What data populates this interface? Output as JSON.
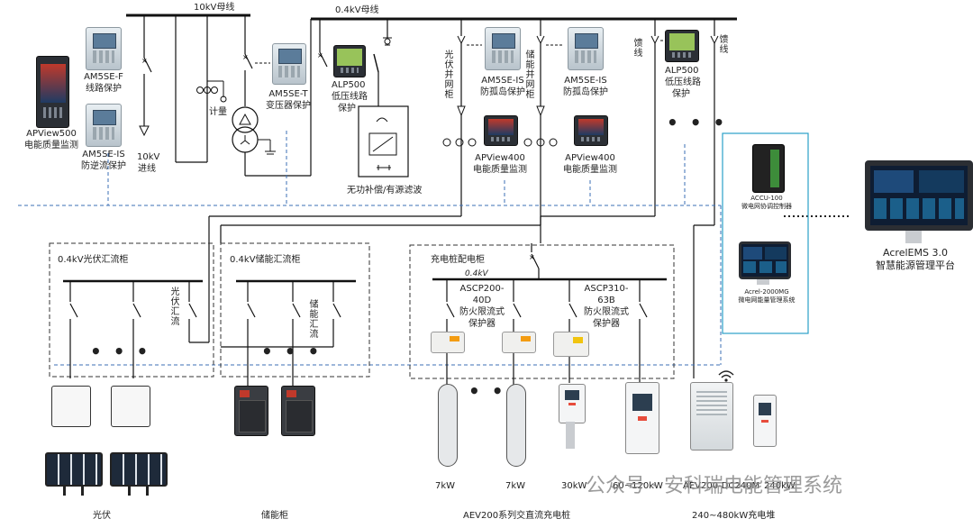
{
  "labels": {
    "bus_10kv": "10kV母线",
    "bus_04kv": "0.4kV母线",
    "apview500_model": "APView500",
    "apview500_desc": "电能质量监测",
    "am5sef_model": "AM5SE-F",
    "am5sef_desc": "线路保护",
    "am5seis_rev_model": "AM5SE-IS",
    "am5seis_rev_desc": "防逆流保护",
    "incoming_10kv_1": "10kV",
    "incoming_10kv_2": "进线",
    "metering": "计量",
    "am5set_model": "AM5SE-T",
    "am5set_desc": "变压器保护",
    "alp500_left_model": "ALP500",
    "alp500_left_desc1": "低压线路",
    "alp500_left_desc2": "保护",
    "svg_label": "无功补偿/有源滤波",
    "pv_grid_cab": "光伏并网柜",
    "am5seis_a_model": "AM5SE-IS",
    "am5seis_a_desc": "防孤岛保护",
    "ess_grid_cab": "储能并网柜",
    "am5seis_b_model": "AM5SE-IS",
    "am5seis_b_desc": "防孤岛保护",
    "feeder_a": "馈线",
    "feeder_b": "馈线",
    "alp500_right_model": "ALP500",
    "alp500_right_desc1": "低压线路",
    "alp500_right_desc2": "保护",
    "apview400_a_model": "APView400",
    "apview400_a_desc": "电能质量监测",
    "apview400_b_model": "APView400",
    "apview400_b_desc": "电能质量监测",
    "accu_model": "ACCU-100",
    "accu_desc": "微电网协调控制器",
    "acrel2000_model": "Acrel-2000MG",
    "acrel2000_desc": "微电网能量管理系统",
    "ems_title": "AcrelEMS 3.0",
    "ems_sub": "智慧能源管理平台",
    "pv_combiner_title": "0.4kV光伏汇流柜",
    "pv_combiner_side": "光伏汇流",
    "ess_combiner_title": "0.4kV储能汇流柜",
    "ess_combiner_side": "储能汇流",
    "charging_cab_title": "充电桩配电柜",
    "charging_bus": "0.4kV",
    "ascp200_model1": "ASCP200-",
    "ascp200_model2": "40D",
    "ascp200_desc1": "防火限流式",
    "ascp200_desc2": "保护器",
    "ascp310_model1": "ASCP310-",
    "ascp310_model2": "63B",
    "ascp310_desc1": "防火限流式",
    "ascp310_desc2": "保护器",
    "rating_7kw_a": "7kW",
    "rating_7kw_b": "7kW",
    "rating_30kw": "30kW",
    "rating_60_120": "60~120kW",
    "rating_ev200_dc": "AEV200-DC240M",
    "rating_240kw": "240kW",
    "bottom_pv": "光伏",
    "bottom_ess": "储能柜",
    "bottom_ac_dc": "AEV200系列交直流充电桩",
    "bottom_240_480": "240~480kW充电堆",
    "watermark": "公众号 · 安科瑞电能管理系统",
    "ellipsis": "• • •"
  },
  "colors": {
    "line": "#111111",
    "comm_dashed": "#3b6fb6",
    "platform_border": "#2aa0c8",
    "box_dashed": "#333333",
    "watermark": "#8a8a8a"
  }
}
